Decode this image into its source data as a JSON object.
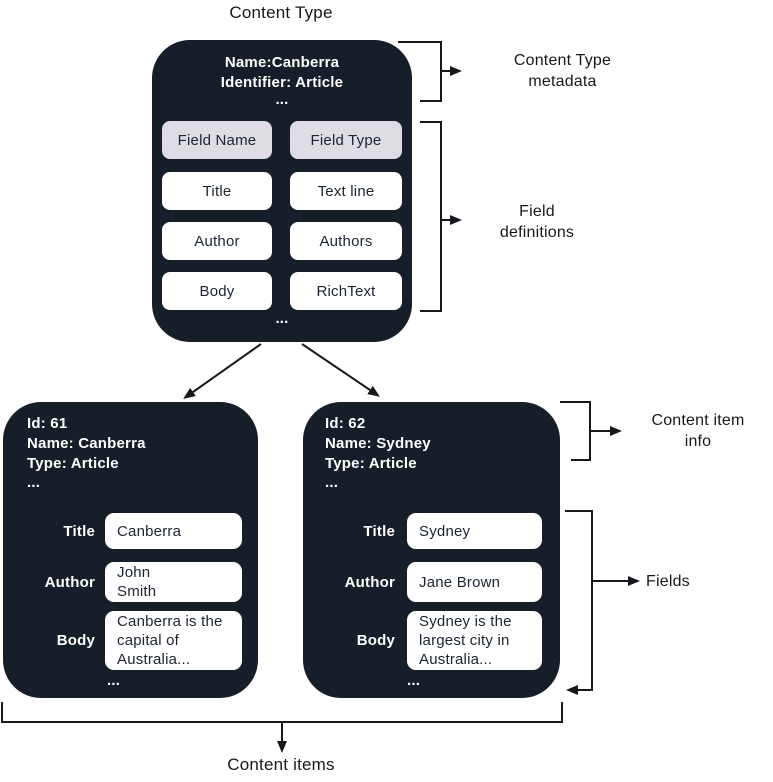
{
  "title": "Content Type",
  "colors": {
    "box_dark": "#151e29",
    "chip_header": "#dedde4",
    "chip_body": "#ffffff",
    "line": "#15191d"
  },
  "content_type_box": {
    "meta_lines": [
      "Name:Canberra",
      "Identifier: Article",
      "..."
    ],
    "field_rows": [
      {
        "name": "Field Name",
        "type": "Field Type",
        "header": true
      },
      {
        "name": "Title",
        "type": "Text line"
      },
      {
        "name": "Author",
        "type": "Authors"
      },
      {
        "name": "Body",
        "type": "RichText"
      }
    ],
    "ellipsis": "..."
  },
  "annotations": {
    "content_type_metadata": {
      "line1": "Content Type",
      "line2": "metadata"
    },
    "field_definitions": {
      "line1": "Field",
      "line2": "definitions"
    },
    "content_item_info": {
      "line1": "Content item",
      "line2": "info"
    },
    "fields_label": "Fields",
    "content_items_label": "Content items"
  },
  "content_items": [
    {
      "meta": [
        "Id: 61",
        "Name: Canberra",
        "Type: Article",
        "..."
      ],
      "fields": [
        {
          "label": "Title",
          "value": "Canberra",
          "lines": [
            "Canberra"
          ]
        },
        {
          "label": "Author",
          "value": "John Smith",
          "lines": [
            "John",
            "Smith"
          ]
        },
        {
          "label": "Body",
          "value": "Canberra is the capital of Australia...",
          "lines": [
            "Canberra is the",
            "capital of",
            "Australia..."
          ]
        }
      ],
      "ellipsis": "..."
    },
    {
      "meta": [
        "Id: 62",
        "Name: Sydney",
        "Type: Article",
        "..."
      ],
      "fields": [
        {
          "label": "Title",
          "value": "Sydney",
          "lines": [
            "Sydney"
          ]
        },
        {
          "label": "Author",
          "value": "Jane Brown",
          "lines": [
            "Jane Brown"
          ]
        },
        {
          "label": "Body",
          "value": "Sydney is the largest city in Australia...",
          "lines": [
            "Sydney is the",
            "largest city in",
            "Australia..."
          ]
        }
      ],
      "ellipsis": "..."
    }
  ]
}
